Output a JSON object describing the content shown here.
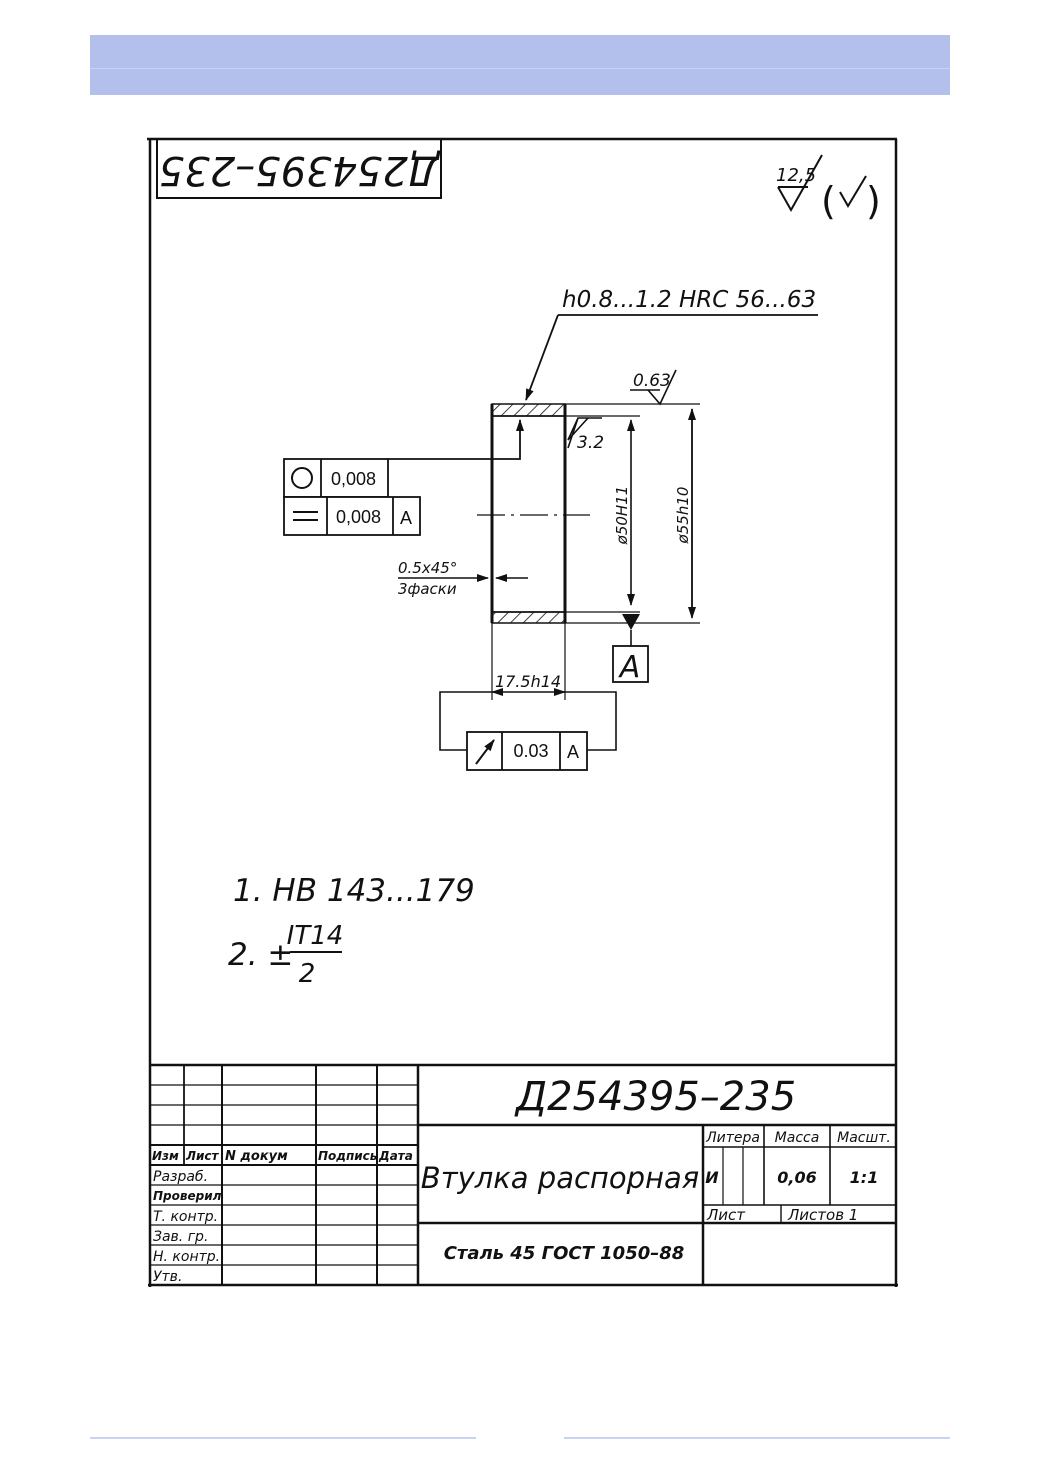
{
  "header": {
    "inverted_code": "Д254395–235",
    "roughness_general": "12,5"
  },
  "part": {
    "surface_hardening": "h0.8...1.2 HRC 56...63",
    "roughness_face": "0.63",
    "roughness_bore": "3.2",
    "bore_dia": "ø50H11",
    "outer_dia": "ø55h10",
    "chamfer_size": "0.5x45°",
    "chamfer_count": "3фаски",
    "length": "17.5h14",
    "datum_letter": "А"
  },
  "tolerances": {
    "roundness_value": "0,008",
    "parallelism_value": "0,008",
    "parallelism_datum": "А",
    "runout_value": "0.03",
    "runout_datum": "А"
  },
  "notes": {
    "note1": "1. HB 143...179",
    "note2_prefix": "2. ±",
    "note2_num": "IT14",
    "note2_den": "2"
  },
  "title_block": {
    "designation": "Д254395–235",
    "name": "Втулка распорная",
    "material": "Сталь 45 ГОСТ 1050–88",
    "col_izm": "Изм",
    "col_list": "Лист",
    "col_ndokum": "N докум",
    "col_podpis": "Подпись",
    "col_data": "Дата",
    "row_razrab": "Разраб.",
    "row_proveril": "Проверил",
    "row_tkontr": "Т. контр.",
    "row_zavgr": "Зав. гр.",
    "row_nkontr": "Н. контр.",
    "row_utv": "Утв.",
    "litera_label": "Литера",
    "massa_label": "Масса",
    "masshtab_label": "Масшт.",
    "litera_value": "И",
    "massa_value": "0,06",
    "masshtab_value": "1:1",
    "list_label": "Лист",
    "listov_label": "Листов 1"
  }
}
